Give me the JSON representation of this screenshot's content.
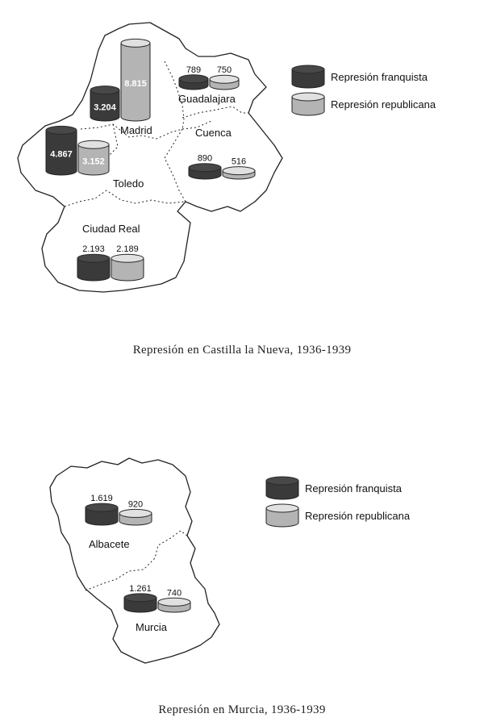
{
  "colors": {
    "franquista": "#3a3a3a",
    "republicana": "#b4b4b4",
    "outline": "#222222"
  },
  "maps": [
    {
      "title": "Represión en Castilla la Nueva, 1936-1939",
      "legend": [
        {
          "label": "Represión franquista",
          "series": "franquista"
        },
        {
          "label": "Represión republicana",
          "series": "republicana"
        }
      ],
      "provinces": [
        {
          "name": "Madrid",
          "franquista": "3.204",
          "republicana": "8.815",
          "franquista_value": 3204,
          "republicana_value": 8815
        },
        {
          "name": "Guadalajara",
          "franquista": "789",
          "republicana": "750",
          "franquista_value": 789,
          "republicana_value": 750
        },
        {
          "name": "Cuenca",
          "franquista": "890",
          "republicana": "516",
          "franquista_value": 890,
          "republicana_value": 516
        },
        {
          "name": "Toledo",
          "franquista": "4.867",
          "republicana": "3.152",
          "franquista_value": 4867,
          "republicana_value": 3152
        },
        {
          "name": "Ciudad Real",
          "franquista": "2.193",
          "republicana": "2.189",
          "franquista_value": 2193,
          "republicana_value": 2189
        }
      ]
    },
    {
      "title": "Represión en Murcia, 1936-1939",
      "legend": [
        {
          "label": "Represión franquista",
          "series": "franquista"
        },
        {
          "label": "Represión republicana",
          "series": "republicana"
        }
      ],
      "provinces": [
        {
          "name": "Albacete",
          "franquista": "1.619",
          "republicana": "920",
          "franquista_value": 1619,
          "republicana_value": 920
        },
        {
          "name": "Murcia",
          "franquista": "1.261",
          "republicana": "740",
          "franquista_value": 1261,
          "republicana_value": 740
        }
      ]
    }
  ]
}
